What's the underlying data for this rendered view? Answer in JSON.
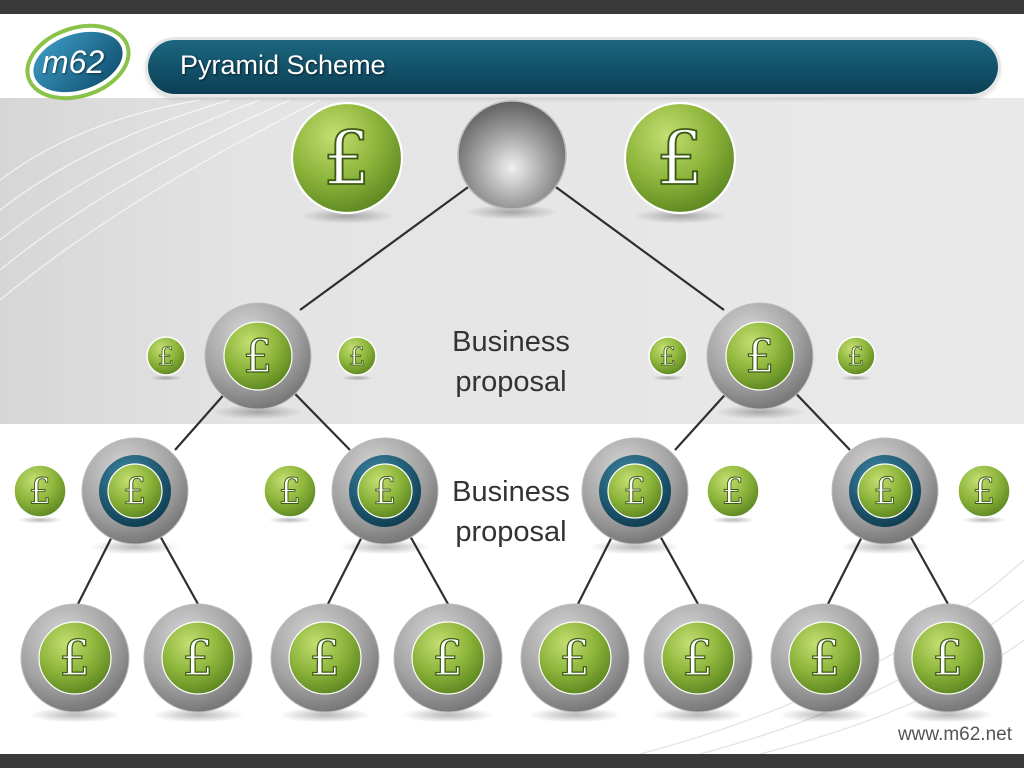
{
  "title": "Pyramid Scheme",
  "logo_text": "m62",
  "currency_symbol": "£",
  "labels": {
    "upper": [
      "Business",
      "proposal"
    ],
    "lower": [
      "Business",
      "proposal"
    ]
  },
  "footer": "www.m62.net",
  "colors": {
    "banner": "#0f4b63",
    "green": "#8bb33a",
    "blue_ring": "#154e66",
    "grey": "#9c9c9c",
    "band": "#e5e5e5"
  }
}
